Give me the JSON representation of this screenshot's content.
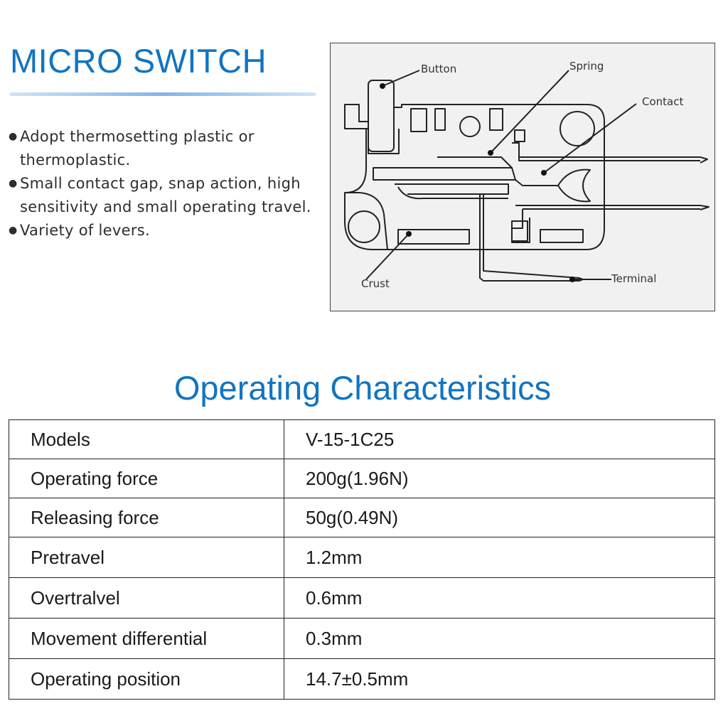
{
  "header": {
    "title": "MICRO SWITCH"
  },
  "features": [
    {
      "bullet": "●",
      "text": "Adopt thermosetting plastic or thermoplastic."
    },
    {
      "bullet": "●",
      "text": "Small contact gap, snap action, high sensitivity and small operating travel."
    },
    {
      "bullet": "●",
      "text": "Variety of levers."
    }
  ],
  "diagram": {
    "labels": {
      "button": "Button",
      "spring": "Spring",
      "contact": "Contact",
      "crust": "Crust",
      "terminal": "Terminal"
    }
  },
  "characteristics": {
    "title": "Operating Characteristics",
    "rows": [
      {
        "name": "Models",
        "value": "V-15-1C25"
      },
      {
        "name": "Operating force",
        "value": "200g(1.96N)"
      },
      {
        "name": "Releasing force",
        "value": "50g(0.49N)"
      },
      {
        "name": "Pretravel",
        "value": "1.2mm"
      },
      {
        "name": "Overtralvel",
        "value": "0.6mm"
      },
      {
        "name": "Movement differential",
        "value": "0.3mm"
      },
      {
        "name": "Operating position",
        "value": "14.7±0.5mm"
      }
    ]
  },
  "colors": {
    "accent": "#1274c0",
    "diagram_bg": "#f1f1f1"
  }
}
